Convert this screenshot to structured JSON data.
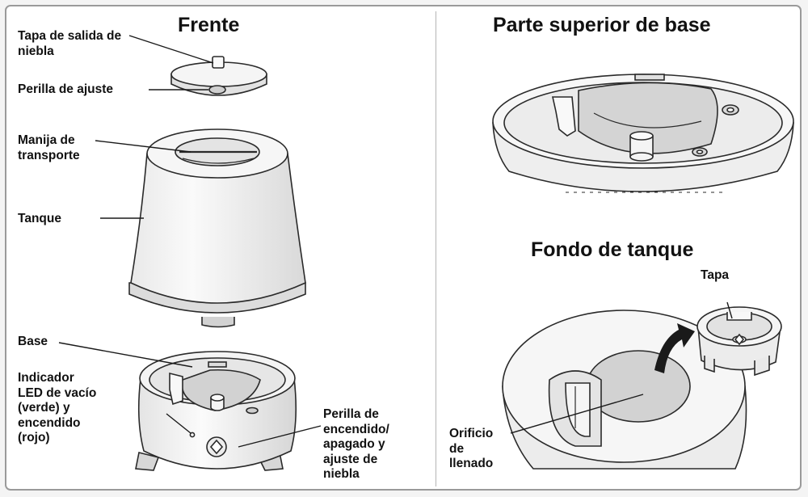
{
  "titles": {
    "front": "Frente",
    "base_top": "Parte superior de base",
    "tank_bottom": "Fondo de tanque"
  },
  "labels": {
    "mist_cap": "Tapa de salida de\nniebla",
    "adjust_knob": "Perilla de ajuste",
    "carry_handle": "Manija de\ntransporte",
    "tank": "Tanque",
    "base": "Base",
    "led_indicator": "Indicador\nLED de vacío\n(verde) y\nencendido\n(rojo)",
    "power_knob": "Perilla de\nencendido/\napagado y\najuste de\nniebla",
    "cap": "Tapa",
    "fill_hole": "Orificio\nde\nllenado"
  },
  "colors": {
    "outline": "#2a2a2a",
    "surface": "#f2f2f2",
    "shade": "#d8d8d8",
    "dark_shade": "#bdbdbd",
    "arrow": "#1a1a1a"
  }
}
